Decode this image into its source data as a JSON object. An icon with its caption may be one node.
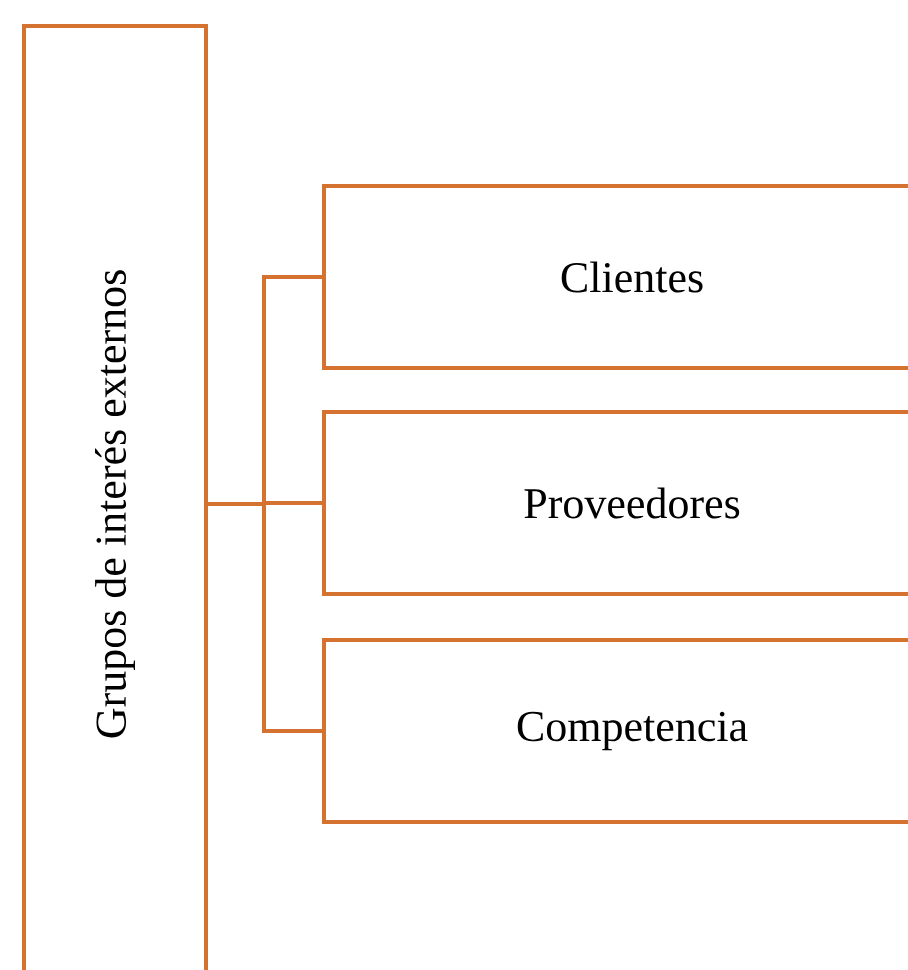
{
  "diagram": {
    "nodes": [
      {
        "text": [
          "Grupos de interés externos"
        ]
      },
      {
        "text": [
          "Clientes"
        ]
      },
      {
        "text": [
          "Proveedores"
        ]
      },
      {
        "text": [
          "Competencia"
        ]
      }
    ],
    "edges": [
      {
        "from": 0,
        "to": 1,
        "arrow": "none"
      },
      {
        "from": 0,
        "to": 2,
        "arrow": "none"
      },
      {
        "from": 0,
        "to": 3,
        "arrow": "none"
      }
    ]
  }
}
